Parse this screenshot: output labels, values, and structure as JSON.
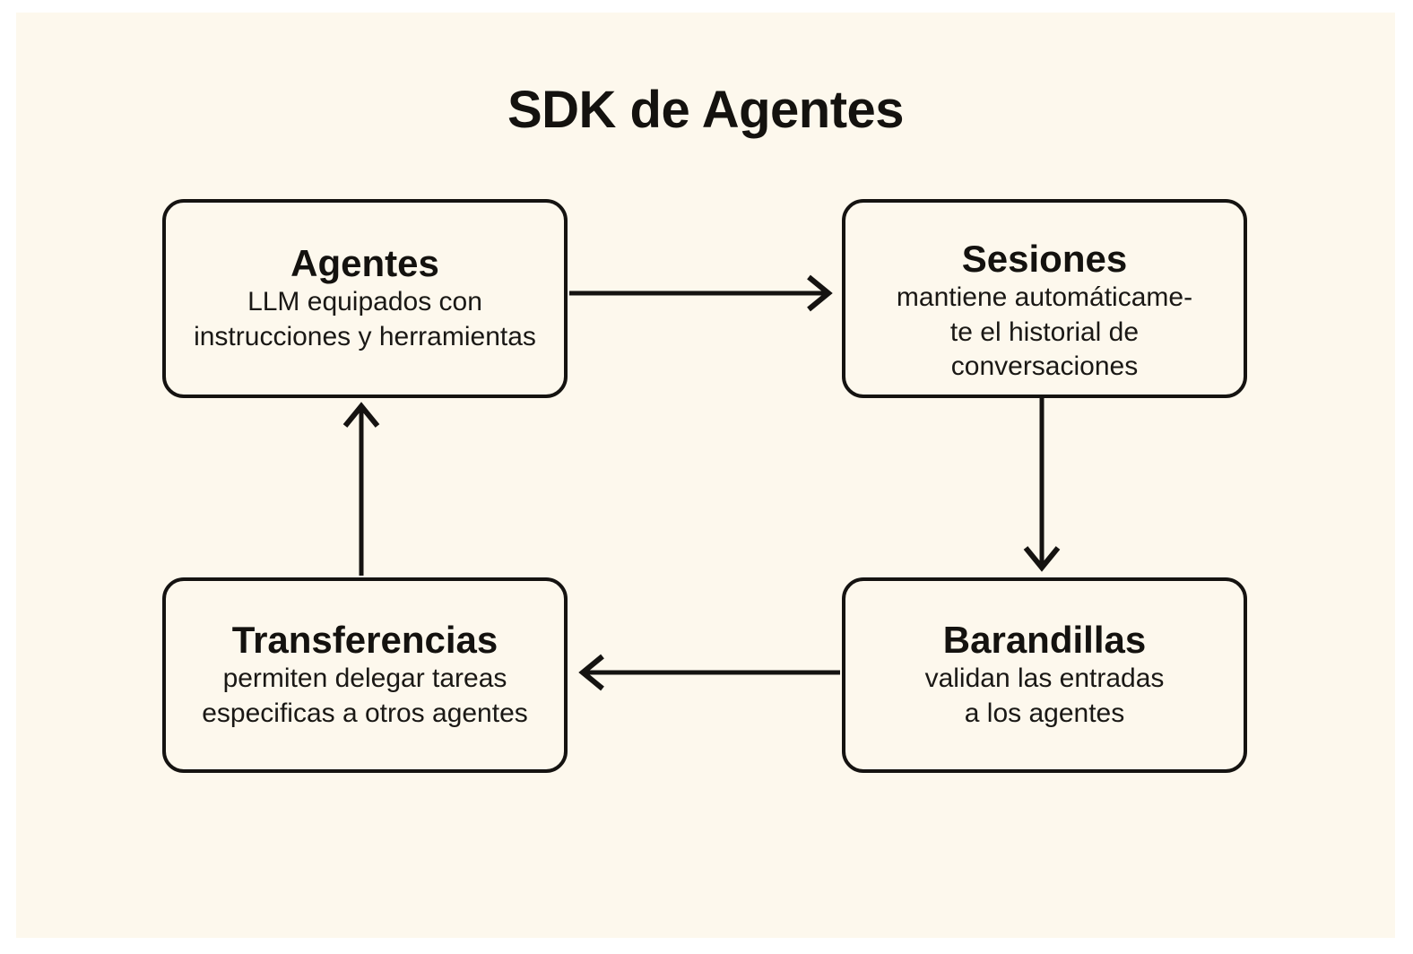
{
  "page": {
    "title": "SDK de Agentes",
    "background_color": "#fdf8ed",
    "page_color": "#ffffff",
    "ink_color": "#151311"
  },
  "nodes": [
    {
      "id": "agentes",
      "title": "Agentes",
      "description": "LLM equipados con\ninstrucciones y herramientas"
    },
    {
      "id": "sesiones",
      "title": "Sesiones",
      "description": "mantiene automáticame-\nte el historial de\nconversaciones"
    },
    {
      "id": "transferencias",
      "title": "Transferencias",
      "description": "permiten delegar tareas\nespecificas a otros agentes"
    },
    {
      "id": "barandillas",
      "title": "Barandillas",
      "description": "validan las entradas\na los agentes"
    }
  ],
  "edges": [
    {
      "id": "agentes-to-sesiones",
      "from": "Agentes",
      "to": "Sesiones",
      "direction": "right"
    },
    {
      "id": "sesiones-to-barandillas",
      "from": "Sesiones",
      "to": "Barandillas",
      "direction": "down"
    },
    {
      "id": "barandillas-to-transferencias",
      "from": "Barandillas",
      "to": "Transferencias",
      "direction": "left"
    },
    {
      "id": "transferencias-to-agentes",
      "from": "Transferencias",
      "to": "Agentes",
      "direction": "up"
    }
  ]
}
